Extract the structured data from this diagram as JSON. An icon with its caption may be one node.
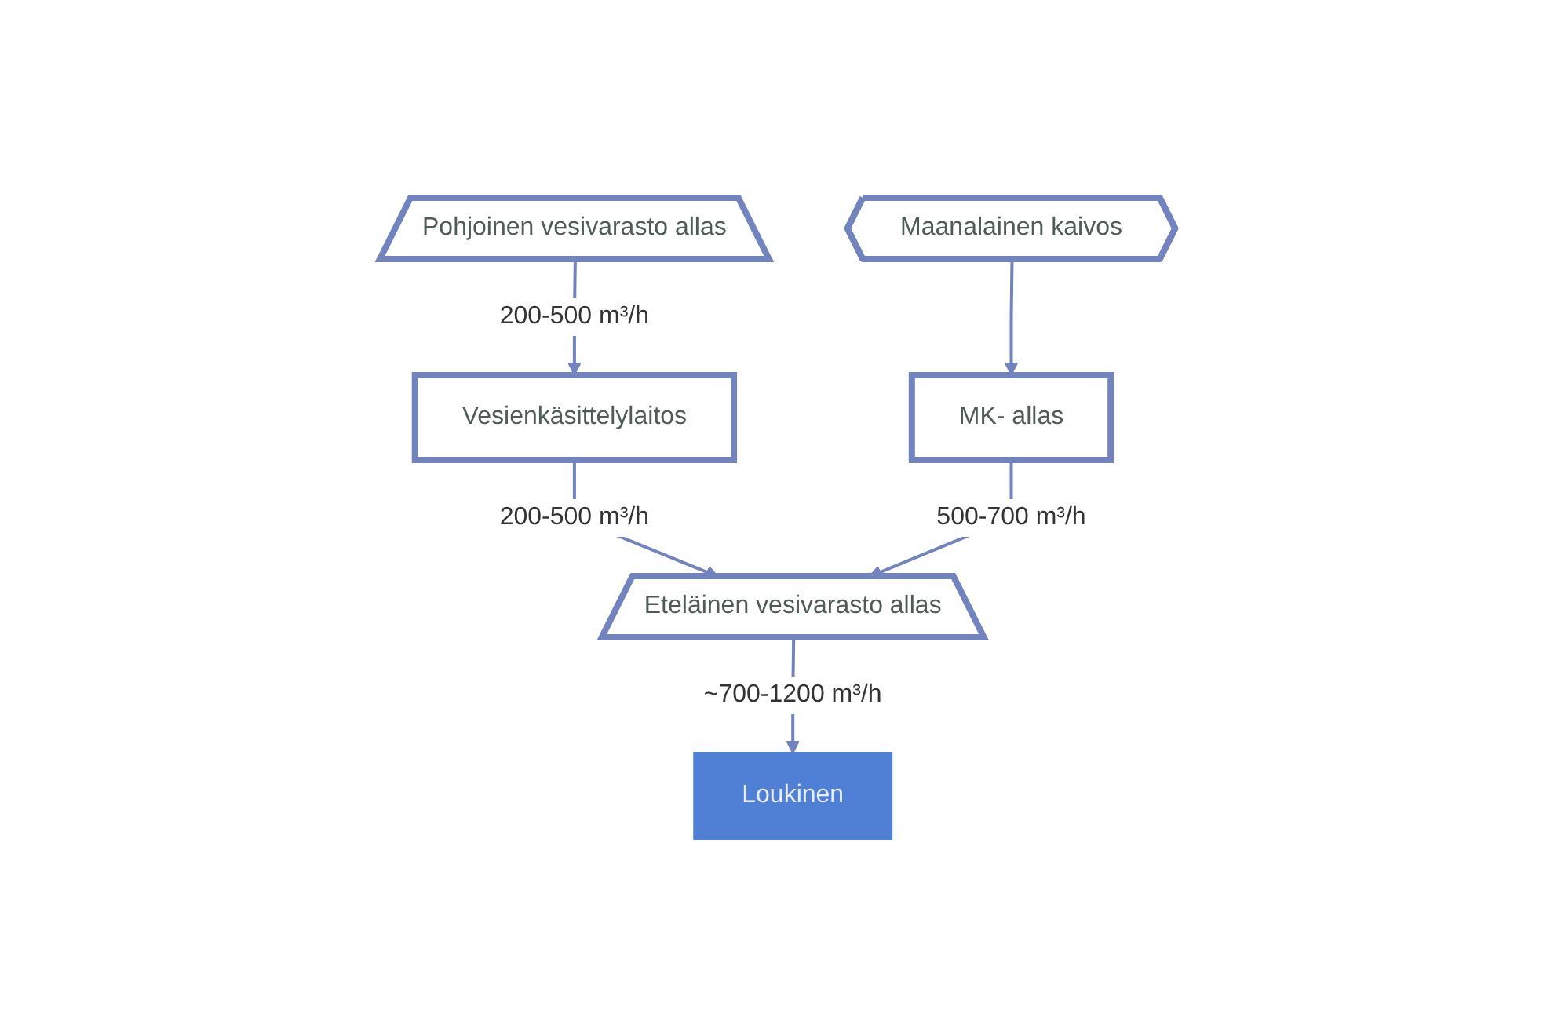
{
  "diagram": {
    "nodes": [
      {
        "text": [
          "Vesienkäsittelylaitos"
        ]
      },
      {
        "text": [
          "MK- allas"
        ]
      },
      {
        "text": [
          "Maanalainen kaivos"
        ]
      },
      {
        "text": [
          "Pohjoinen vesivarasto allas"
        ]
      },
      {
        "text": [
          "Eteläinen vesivarasto allas"
        ]
      },
      {
        "text": [
          "Loukinen"
        ]
      }
    ],
    "edges": [
      {
        "from": 3,
        "to": 0,
        "arrow": "to",
        "label": "200-500 m³/h"
      },
      {
        "from": 0,
        "to": 4,
        "arrow": "to",
        "label": "200-500 m³/h"
      },
      {
        "from": 2,
        "to": 1,
        "arrow": "to"
      },
      {
        "from": 1,
        "to": 4,
        "arrow": "to",
        "label": "500-700 m³/h"
      },
      {
        "from": 4,
        "to": 5,
        "arrow": "to",
        "label": "~700-1200 m³/h"
      }
    ]
  }
}
